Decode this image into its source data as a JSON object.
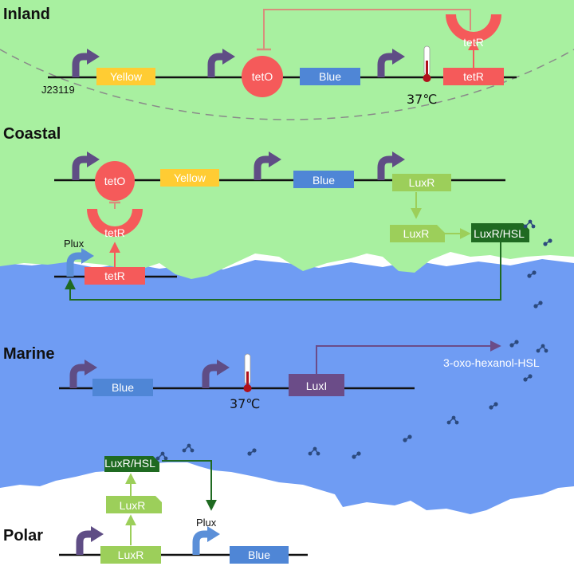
{
  "sections": {
    "inland": "Inland",
    "coastal": "Coastal",
    "marine": "Marine",
    "polar": "Polar"
  },
  "inland": {
    "promoter_name": "J23119",
    "yellow": "Yellow",
    "teto": "tetO",
    "blue": "Blue",
    "tetr_gene": "tetR",
    "tetr_protein": "tetR",
    "temperature": "37℃"
  },
  "coastal": {
    "teto": "tetO",
    "yellow": "Yellow",
    "blue": "Blue",
    "luxr_gene": "LuxR",
    "luxr_protein": "LuxR",
    "complex": "LuxR/HSL",
    "tetr_protein": "tetR",
    "plux": "Plux",
    "tetr_gene": "tetR"
  },
  "marine": {
    "blue": "Blue",
    "temperature": "37℃",
    "luxi": "LuxI",
    "hsl": "3-oxo-hexanol-HSL"
  },
  "polar": {
    "complex": "LuxR/HSL",
    "luxr_protein": "LuxR",
    "plux": "Plux",
    "luxr_gene": "LuxR",
    "blue": "Blue"
  },
  "colors": {
    "land": "#a8f0a0",
    "sea": "#6f9cf3",
    "ice": "#ffffff",
    "promoter": "#5f4d85",
    "plux_promoter": "#5b8fd8",
    "yellow_gene": "#ffcc33",
    "blue_gene": "#4f86d6",
    "red": "#f55a5a",
    "luxr_green": "#9ccf5a",
    "complex_green": "#1f6a21",
    "luxi": "#6b4c88",
    "inhibit_line": "#d88e7c",
    "hsl_molecule": "#2c4a7e"
  }
}
